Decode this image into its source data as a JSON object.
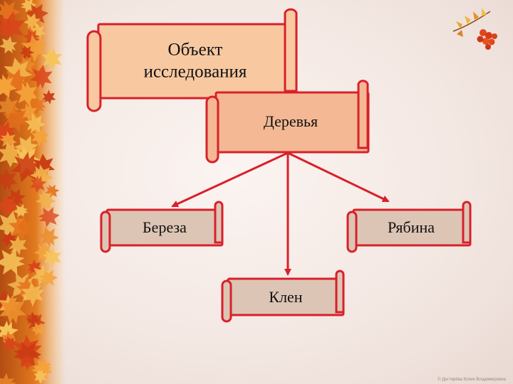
{
  "diagram": {
    "root": {
      "line1": "Объект",
      "line2": "исследования"
    },
    "category": "Деревья",
    "children": [
      "Береза",
      "Рябина",
      "Клен"
    ]
  },
  "footer": {
    "credit": "© Дегтярёва Юлия Владимировна"
  },
  "decorations": [
    "autumn-leaves-border",
    "rowan-branch-icon"
  ],
  "colors": {
    "root_fill": "#f8c9a1",
    "category_fill": "#f4b894",
    "child_fill": "#dcc5b5",
    "outline": "#d9202a",
    "arrow": "#d9202a"
  }
}
